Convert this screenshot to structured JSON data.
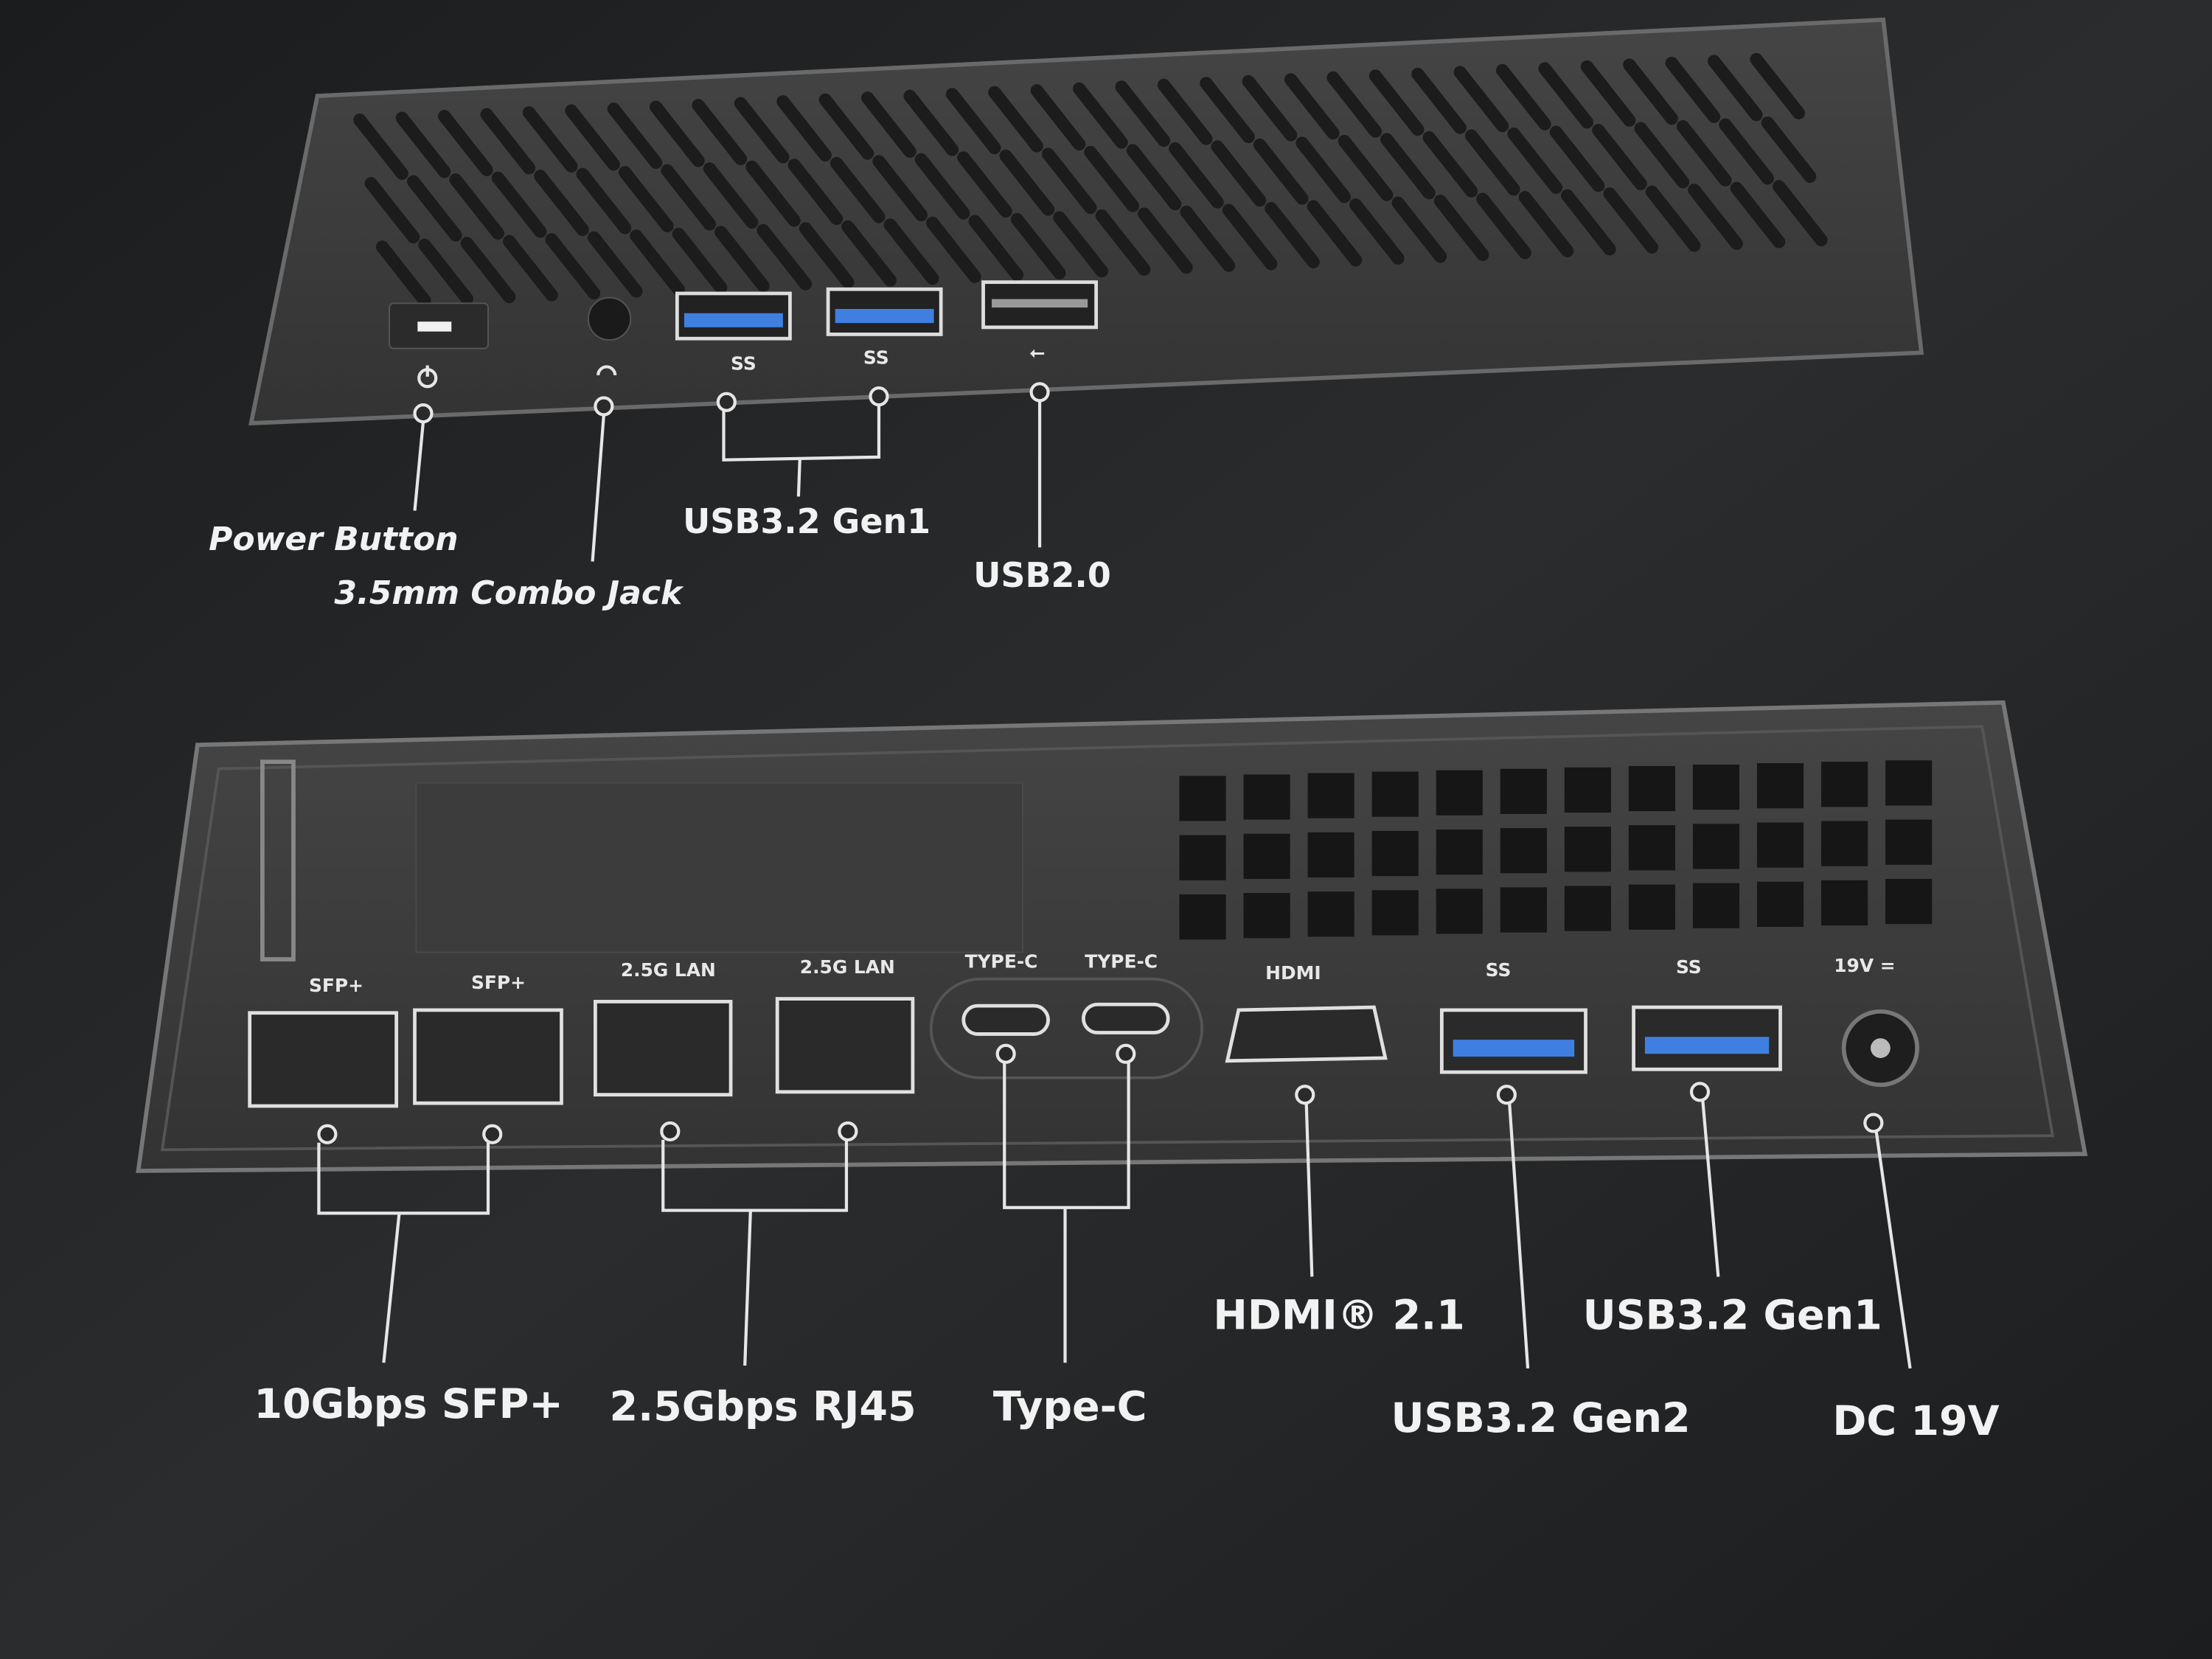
{
  "colors": {
    "background": "#1f2123",
    "device": "#3a3a3a",
    "usb3_blue": "#3f7fe0",
    "text": "#f2f2f2"
  },
  "front_panel": {
    "icons": [
      "power-icon",
      "headphone-icon",
      "usb3-superspeed-icon",
      "usb3-superspeed-icon",
      "usb-icon"
    ],
    "labels": {
      "power_button": "Power Button",
      "combo_jack": "3.5mm Combo Jack",
      "usb32_gen1": "USB3.2 Gen1",
      "usb20": "USB2.0"
    }
  },
  "rear_panel": {
    "port_markings": {
      "sfp1": "SFP+",
      "sfp2": "SFP+",
      "lan1": "2.5G LAN",
      "lan2": "2.5G LAN",
      "typec1": "TYPE-C",
      "typec2": "TYPE-C",
      "hdmi": "HDMI",
      "usb_a": "SS",
      "usb_b": "SS",
      "dc": "19V ="
    },
    "labels": {
      "sfp": "10Gbps SFP+",
      "rj45": "2.5Gbps RJ45",
      "typec": "Type-C",
      "hdmi": "HDMI® 2.1",
      "usb_gen2": "USB3.2 Gen2",
      "usb_gen1": "USB3.2 Gen1",
      "dc": "DC 19V"
    }
  }
}
